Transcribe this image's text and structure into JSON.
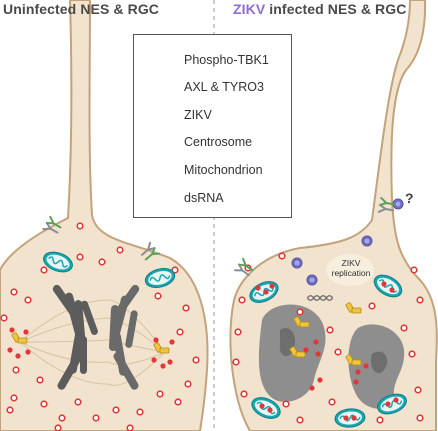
{
  "headings": {
    "left": "Uninfected NES & RGC",
    "right_zikv": "ZIKV",
    "right_rest": " infected NES & RGC"
  },
  "legend": [
    {
      "icon": "phospho-tbk1-icon",
      "label": "Phospho-TBK1"
    },
    {
      "icon": "axl-tyro3-icon",
      "label": "AXL & TYRO3"
    },
    {
      "icon": "zikv-icon",
      "label": "ZIKV"
    },
    {
      "icon": "centrosome-icon",
      "label": "Centrosome"
    },
    {
      "icon": "mitochondrion-icon",
      "label": "Mitochondrion"
    },
    {
      "icon": "dsrna-icon",
      "label": "dsRNA"
    }
  ],
  "annotations": {
    "replication": "ZIKV replication",
    "question": "?"
  },
  "colors": {
    "cell_fill": "#f1e3cd",
    "cell_stroke": "#c2a37c",
    "tbk1": "#e2373a",
    "receptor_green": "#5ea05a",
    "receptor_gray": "#8a8e93",
    "zikv": "#7370c2",
    "centrosome": "#f1c43f",
    "mito_outer": "#1aa6b0",
    "dsrna": "#6b6b6b",
    "nucleus": "#8e8e8e",
    "chromosome": "#606060",
    "zikv_heading": "#8f6bd3"
  }
}
